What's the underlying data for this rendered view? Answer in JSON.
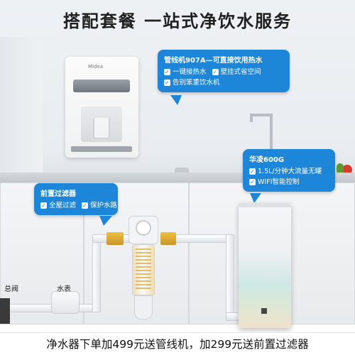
{
  "page": {
    "title": "搭配套餐 一站式净饮水服务",
    "footer": "净水器下单加499元送管线机，加299元送前置过滤器"
  },
  "dispenser": {
    "brand": "Midea"
  },
  "callouts": {
    "pipeline_machine": {
      "title": "管线机907A—可直接饮用热水",
      "items": [
        "一键接热水",
        "壁挂式省空间",
        "告别笨重饮水机"
      ]
    },
    "purifier": {
      "title": "华凌600G",
      "items": [
        "1.5L/分钟大流量无罐",
        "WIFI智能控制"
      ]
    },
    "pre_filter": {
      "title": "前置过滤器",
      "items": [
        "全屋过滤",
        "保护水路"
      ]
    }
  },
  "labels": {
    "main_valve": "总阀",
    "water_meter": "水表"
  },
  "colors": {
    "callout_bg": "#1e86d8",
    "text": "#111111"
  },
  "icons": {
    "check": "check-icon"
  }
}
